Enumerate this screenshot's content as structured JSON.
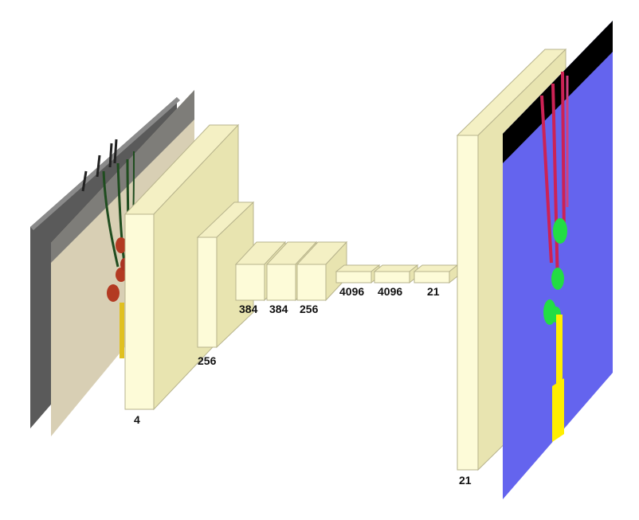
{
  "colors": {
    "block_front": "#fdfbd8",
    "block_top": "#f4f0c4",
    "block_side": "#e8e4b0",
    "block_stroke": "#b7b38c",
    "label_color": "#111111",
    "seg_background": "#6666ee",
    "seg_top_band": "#000000",
    "seg_red": "#cc2255",
    "seg_green": "#22dd44",
    "seg_yellow": "#ffee00",
    "photo_beige": "#d9d0b6",
    "photo_grey": "#666666"
  },
  "network": {
    "input_channels": "4",
    "layers": [
      {
        "id": "input",
        "label": "4"
      },
      {
        "id": "conv2",
        "label": "256"
      },
      {
        "id": "conv3",
        "label": "384"
      },
      {
        "id": "conv4",
        "label": "384"
      },
      {
        "id": "conv5",
        "label": "256"
      },
      {
        "id": "fc6",
        "label": "4096"
      },
      {
        "id": "fc7",
        "label": "4096"
      },
      {
        "id": "score",
        "label": "21"
      },
      {
        "id": "upsample",
        "label": "21"
      }
    ]
  },
  "panels": {
    "input_image": "rgb-plus-depth-photo",
    "output_image": "segmentation-map"
  }
}
